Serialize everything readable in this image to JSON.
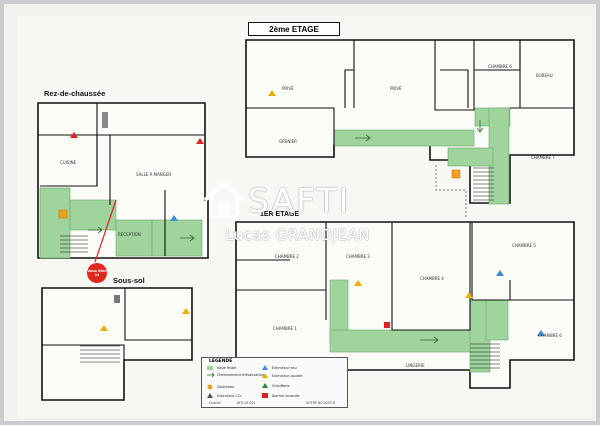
{
  "titles": {
    "second_floor": "2ème ETAGE",
    "first_floor": "1ER ETAGE",
    "ground_floor": "Rez-de-chaussée",
    "basement": "Sous-sol"
  },
  "rooms": {
    "ground": [
      "CUISINE",
      "SALLE À MANGER",
      "RÉCEPTION"
    ],
    "second": [
      "PRIVÉ",
      "PRIVÉ",
      "CHAMBRE 6",
      "BUREAU",
      "GRENIER",
      "CHAMBRE 7"
    ],
    "first": [
      "CHAMBRE 2",
      "CHAMBRE 3",
      "CHAMBRE 1",
      "CHAMBRE 4",
      "CHAMBRE 5",
      "CHAMBRE 6",
      "LINGERIE"
    ]
  },
  "you_are_here": "Vous êtes ici",
  "legend": {
    "title": "LEGENDE",
    "items": [
      "Issue finale",
      "Cheminement d'évacuation",
      "Sanitaires",
      "Extincteur CO₂",
      "Extincteur eau",
      "Extincteur poudre",
      "Chaufferie",
      "Alarme incendie"
    ]
  },
  "footer": {
    "left": "Evactiv",
    "code": "8FG 05 001",
    "right": "VOTRE NO.0033 R"
  },
  "watermark": {
    "brand": "SAFTI",
    "agent": "Lucas GRANDJEAN"
  },
  "colors": {
    "evacuation_path": "#9fd49c",
    "walls": "#111111",
    "badge": "#e0281f"
  }
}
